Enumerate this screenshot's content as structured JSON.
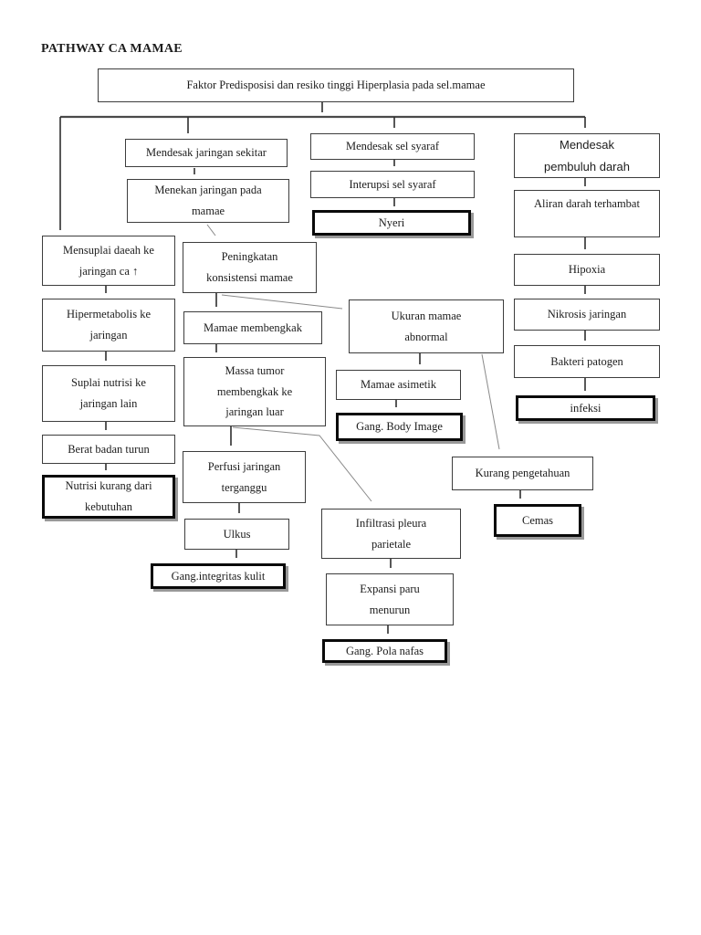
{
  "page": {
    "title": "PATHWAY CA MAMAE"
  },
  "colors": {
    "background": "#ffffff",
    "ink": "#1c1c1c",
    "box_border": "#3d3d3d",
    "diagnosis_border": "#0a0a0a",
    "diagnosis_shadow": "#999999"
  },
  "diagram": {
    "nodes": [
      {
        "id": "faktor-predisposisi",
        "label": "Faktor Predisposisi dan resiko tinggi Hiperplasia pada sel.mamae",
        "emphasis": false
      },
      {
        "id": "mendesak-jaringan-sekitar",
        "label": "Mendesak jaringan sekitar",
        "emphasis": false
      },
      {
        "id": "menekan-jaringan-pada-mamae",
        "label": "Menekan jaringan pada\nmamae",
        "emphasis": false
      },
      {
        "id": "mendesak-sel-syaraf",
        "label": "Mendesak sel syaraf",
        "emphasis": false
      },
      {
        "id": "interupsi-sel-syaraf",
        "label": "Interupsi sel syaraf",
        "emphasis": false
      },
      {
        "id": "nyeri",
        "label": "Nyeri",
        "emphasis": true
      },
      {
        "id": "mendesak-pembuluh-darah",
        "label": "Mendesak\npembuluh darah",
        "emphasis": false
      },
      {
        "id": "aliran-darah-terhambat",
        "label": "Aliran darah terhambat",
        "emphasis": false
      },
      {
        "id": "hipoxia",
        "label": "Hipoxia",
        "emphasis": false
      },
      {
        "id": "nikrosis-jaringan",
        "label": "Nikrosis jaringan",
        "emphasis": false
      },
      {
        "id": "bakteri-patogen",
        "label": "Bakteri patogen",
        "emphasis": false
      },
      {
        "id": "infeksi",
        "label": "infeksi",
        "emphasis": true
      },
      {
        "id": "mensuplai-daerah-ke-jaringan-ca",
        "label": "Mensuplai daeah ke\njaringan ca   ↑",
        "emphasis": false
      },
      {
        "id": "hipermetabolis-ke-jaringan",
        "label": "Hipermetabolis ke\njaringan",
        "emphasis": false
      },
      {
        "id": "suplai-nutrisi-ke-jaringan-lain",
        "label": "Suplai nutrisi ke\njaringan lain",
        "emphasis": false
      },
      {
        "id": "berat-badan-turun",
        "label": "Berat badan turun",
        "emphasis": false
      },
      {
        "id": "nutrisi-kurang-dari-kebutuhan",
        "label": "Nutrisi kurang dari\nkebutuhan",
        "emphasis": true
      },
      {
        "id": "peningkatan-konsistensi-mamae",
        "label": "Peningkatan\nkonsistensi mamae",
        "emphasis": false
      },
      {
        "id": "mamae-membengkak",
        "label": "Mamae membengkak",
        "emphasis": false
      },
      {
        "id": "massa-tumor-membengkak",
        "label": "Massa tumor\nmembengkak ke\njaringan luar",
        "emphasis": false
      },
      {
        "id": "perfusi-jaringan-terganggu",
        "label": "Perfusi jaringan\nterganggu",
        "emphasis": false
      },
      {
        "id": "ulkus",
        "label": "Ulkus",
        "emphasis": false
      },
      {
        "id": "gang-integritas-kulit",
        "label": "Gang.integritas kulit",
        "emphasis": true
      },
      {
        "id": "ukuran-mamae-abnormal",
        "label": "Ukuran mamae\nabnormal",
        "emphasis": false
      },
      {
        "id": "mamae-asimetik",
        "label": "Mamae asimetik",
        "emphasis": false
      },
      {
        "id": "gang-body-image",
        "label": "Gang. Body Image",
        "emphasis": true
      },
      {
        "id": "infiltrasi-pleura-parietale",
        "label": "Infiltrasi pleura\nparietale",
        "emphasis": false
      },
      {
        "id": "expansi-paru-menurun",
        "label": "Expansi paru\nmenurun",
        "emphasis": false
      },
      {
        "id": "gang-pola-nafas",
        "label": "Gang. Pola nafas",
        "emphasis": true
      },
      {
        "id": "kurang-pengetahuan",
        "label": "Kurang pengetahuan",
        "emphasis": false
      },
      {
        "id": "cemas",
        "label": "Cemas",
        "emphasis": true
      }
    ],
    "edges": [
      {
        "from": "faktor-predisposisi",
        "to": "mensuplai-daerah-ke-jaringan-ca"
      },
      {
        "from": "faktor-predisposisi",
        "to": "mendesak-jaringan-sekitar"
      },
      {
        "from": "faktor-predisposisi",
        "to": "mendesak-sel-syaraf"
      },
      {
        "from": "faktor-predisposisi",
        "to": "mendesak-pembuluh-darah"
      },
      {
        "from": "mendesak-jaringan-sekitar",
        "to": "menekan-jaringan-pada-mamae"
      },
      {
        "from": "menekan-jaringan-pada-mamae",
        "to": "peningkatan-konsistensi-mamae"
      },
      {
        "from": "mendesak-sel-syaraf",
        "to": "interupsi-sel-syaraf"
      },
      {
        "from": "interupsi-sel-syaraf",
        "to": "nyeri"
      },
      {
        "from": "mendesak-pembuluh-darah",
        "to": "aliran-darah-terhambat"
      },
      {
        "from": "aliran-darah-terhambat",
        "to": "hipoxia"
      },
      {
        "from": "hipoxia",
        "to": "nikrosis-jaringan"
      },
      {
        "from": "nikrosis-jaringan",
        "to": "bakteri-patogen"
      },
      {
        "from": "bakteri-patogen",
        "to": "infeksi"
      },
      {
        "from": "mensuplai-daerah-ke-jaringan-ca",
        "to": "hipermetabolis-ke-jaringan"
      },
      {
        "from": "hipermetabolis-ke-jaringan",
        "to": "suplai-nutrisi-ke-jaringan-lain"
      },
      {
        "from": "suplai-nutrisi-ke-jaringan-lain",
        "to": "berat-badan-turun"
      },
      {
        "from": "berat-badan-turun",
        "to": "nutrisi-kurang-dari-kebutuhan"
      },
      {
        "from": "peningkatan-konsistensi-mamae",
        "to": "mamae-membengkak"
      },
      {
        "from": "peningkatan-konsistensi-mamae",
        "to": "ukuran-mamae-abnormal"
      },
      {
        "from": "mamae-membengkak",
        "to": "massa-tumor-membengkak"
      },
      {
        "from": "massa-tumor-membengkak",
        "to": "perfusi-jaringan-terganggu"
      },
      {
        "from": "massa-tumor-membengkak",
        "to": "infiltrasi-pleura-parietale"
      },
      {
        "from": "perfusi-jaringan-terganggu",
        "to": "ulkus"
      },
      {
        "from": "ulkus",
        "to": "gang-integritas-kulit"
      },
      {
        "from": "ukuran-mamae-abnormal",
        "to": "mamae-asimetik"
      },
      {
        "from": "ukuran-mamae-abnormal",
        "to": "kurang-pengetahuan"
      },
      {
        "from": "mamae-asimetik",
        "to": "gang-body-image"
      },
      {
        "from": "infiltrasi-pleura-parietale",
        "to": "expansi-paru-menurun"
      },
      {
        "from": "expansi-paru-menurun",
        "to": "gang-pola-nafas"
      },
      {
        "from": "kurang-pengetahuan",
        "to": "cemas"
      }
    ]
  }
}
